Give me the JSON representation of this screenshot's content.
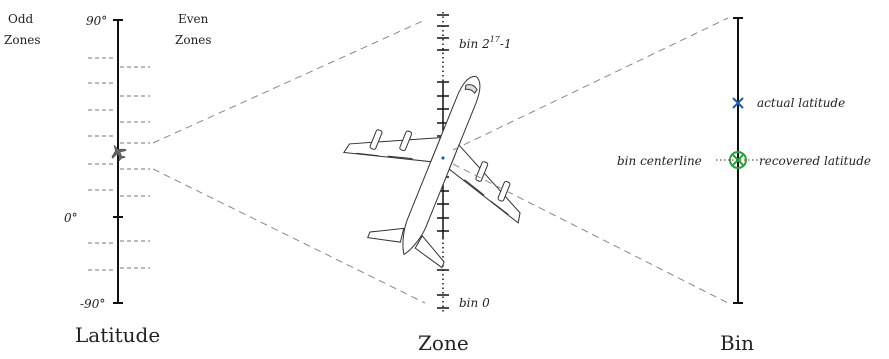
{
  "latitude_panel": {
    "odd_zones_line1": "Odd",
    "odd_zones_line2": "Zones",
    "even_zones_line1": "Even",
    "even_zones_line2": "Zones",
    "tick_top": "90°",
    "tick_mid": "0°",
    "tick_bottom": "-90°",
    "caption": "Latitude"
  },
  "zone_panel": {
    "bin_top": "bin 2",
    "bin_top_exp": "17",
    "bin_top_suffix": "-1",
    "bin_bottom": "bin 0",
    "caption": "Zone"
  },
  "bin_panel": {
    "actual_label": "actual latitude",
    "centerline_label": "bin centerline",
    "recovered_label": "recovered latitude",
    "caption": "Bin"
  },
  "colors": {
    "axis": "#111111",
    "dash": "#888888",
    "actual_marker": "#1f5fa8",
    "recovered_marker": "#2a9d3a"
  }
}
